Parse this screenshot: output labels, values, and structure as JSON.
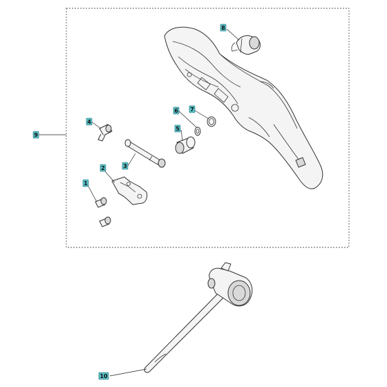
{
  "colors": {
    "callout_fill": "#5bc0c8",
    "callout_border": "#1e6f78",
    "line": "#333333",
    "part_fill": "#f4f4f4"
  },
  "callouts": [
    {
      "id": "1",
      "label": "1"
    },
    {
      "id": "2",
      "label": "2"
    },
    {
      "id": "3",
      "label": "3"
    },
    {
      "id": "4",
      "label": "4"
    },
    {
      "id": "5",
      "label": "5"
    },
    {
      "id": "6",
      "label": "6"
    },
    {
      "id": "7",
      "label": "7"
    },
    {
      "id": "8",
      "label": "8"
    },
    {
      "id": "9",
      "label": "9"
    },
    {
      "id": "10",
      "label": "10"
    }
  ]
}
